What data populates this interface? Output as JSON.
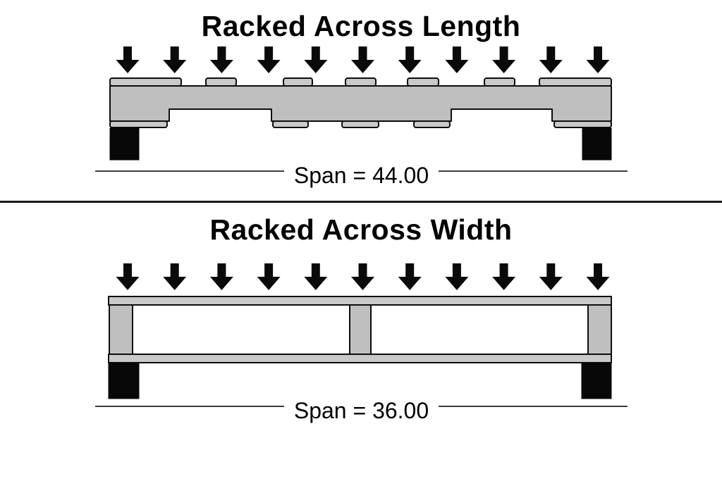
{
  "colors": {
    "background": "#ffffff",
    "outline": "#0d0d0d",
    "board_fill": "#c9c9c9",
    "body_fill": "#bfbfbf",
    "support_fill": "#080808",
    "span_line": "#3c3c3c",
    "divider": "#1a1a1a",
    "arrow": "#0a0a0a",
    "text": "#000000"
  },
  "top_diagram": {
    "title": "Racked Across Length",
    "span_label": "Span = 44.00",
    "load_arrows": 11
  },
  "bottom_diagram": {
    "title": "Racked Across Width",
    "span_label": "Span = 36.00",
    "load_arrows": 11
  }
}
